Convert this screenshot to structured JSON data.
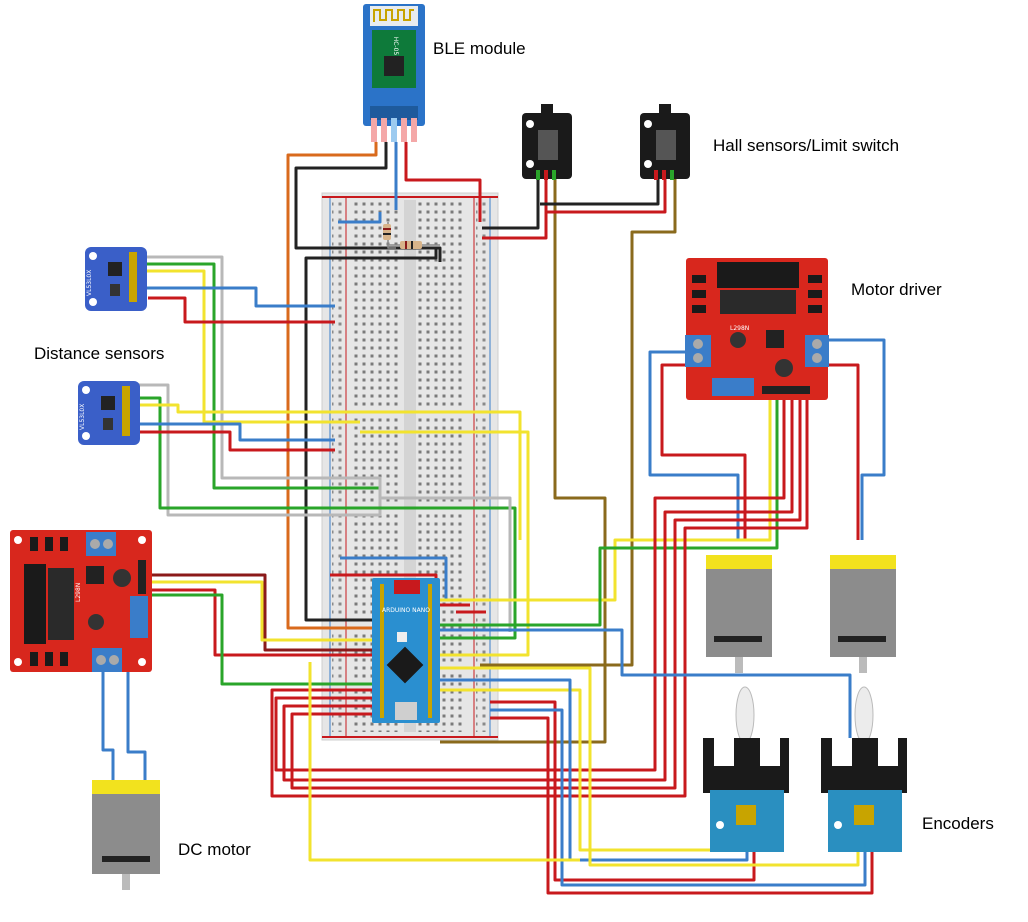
{
  "labels": {
    "ble": "BLE module",
    "hall": "Hall sensors/Limit switch",
    "motor_driver": "Motor driver",
    "distance": "Distance sensors",
    "dc_motor": "DC motor",
    "encoders": "Encoders"
  },
  "chip_text": {
    "ble_chip": "HC-05",
    "driver": "L298N",
    "nano": "ARDUINO NANO",
    "tof": "VL53L0X"
  },
  "colors": {
    "wire_red": "#c8191d",
    "wire_blue": "#3a7dc9",
    "wire_green": "#2aa52a",
    "wire_yellow": "#f2e32e",
    "wire_black": "#222222",
    "wire_orange": "#d96a1c",
    "wire_brown": "#8a6a1c",
    "wire_dark_red": "#8b1a1a",
    "wire_grey": "#b8b8b8",
    "driver_board": "#d8271d",
    "nano_board": "#2a8fd0",
    "ble_board": "#2b73c8",
    "tof_board": "#3a5fc8",
    "encoder_board": "#2a8fc0",
    "motor_cap": "#f2e21e",
    "motor_body": "#8c8c8c"
  }
}
